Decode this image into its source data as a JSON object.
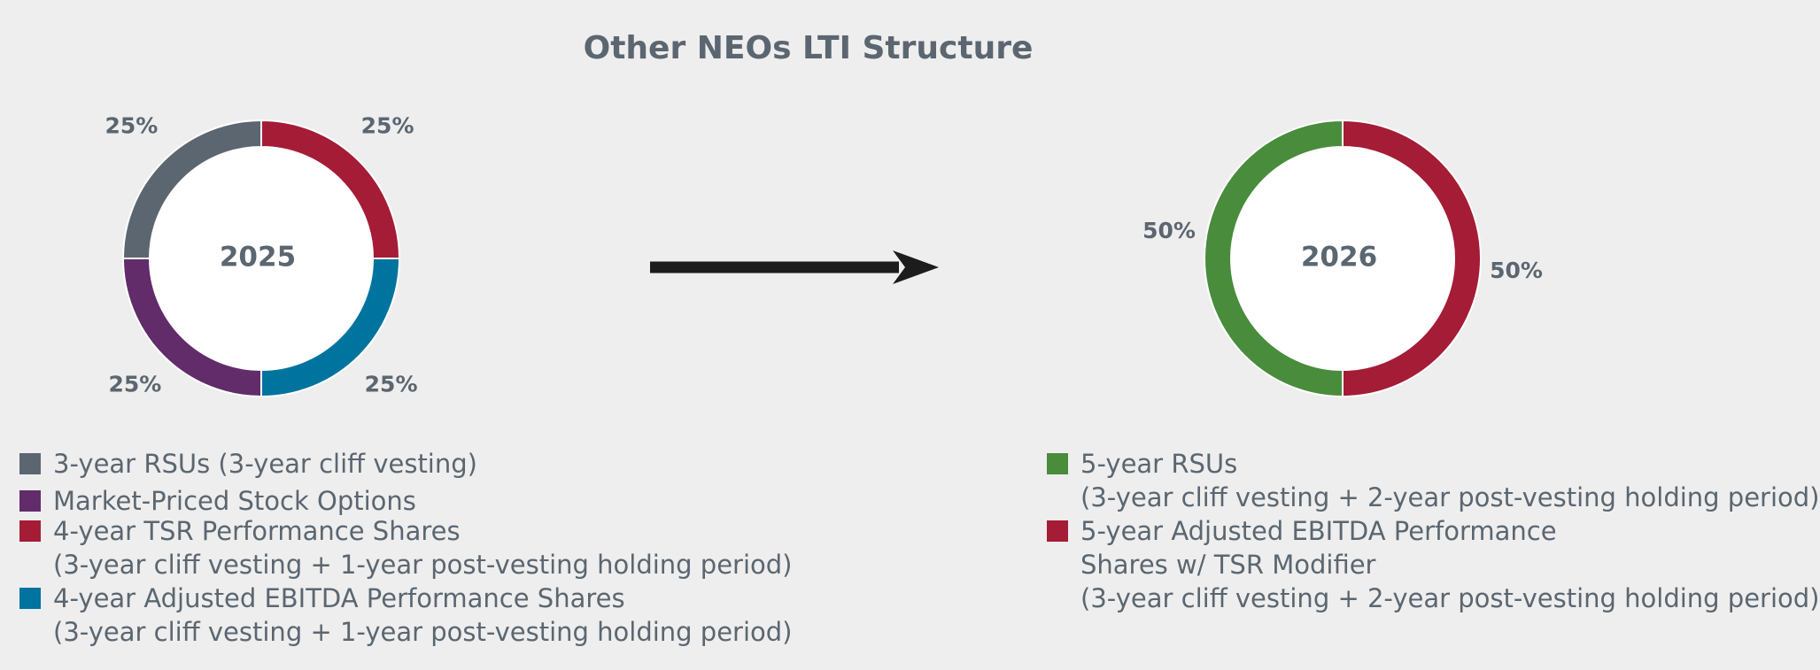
{
  "title": "Other NEOs LTI Structure",
  "colors": {
    "gray": "#5b6670",
    "purple": "#612c69",
    "red": "#a51c36",
    "teal": "#00739e",
    "green": "#488c3c",
    "arrow": "#1c1c1c"
  },
  "chart_data": [
    {
      "type": "pie",
      "center_label": "2025",
      "slices": [
        {
          "label": "4-year TSR Performance Shares",
          "value": 25,
          "value_label": "25%",
          "color": "#a51c36"
        },
        {
          "label": "4-year Adjusted EBITDA Performance Shares",
          "value": 25,
          "value_label": "25%",
          "color": "#00739e"
        },
        {
          "label": "Market-Priced Stock Options",
          "value": 25,
          "value_label": "25%",
          "color": "#612c69"
        },
        {
          "label": "3-year RSUs (3-year cliff vesting)",
          "value": 25,
          "value_label": "25%",
          "color": "#5b6670"
        }
      ],
      "legend": [
        {
          "lines": [
            "3-year RSUs (3-year cliff vesting)"
          ],
          "color": "#5b6670"
        },
        {
          "lines": [
            "Market-Priced Stock Options"
          ],
          "color": "#612c69"
        },
        {
          "lines": [
            "4-year TSR Performance Shares",
            "(3-year cliff vesting + 1-year post-vesting holding period)"
          ],
          "color": "#a51c36"
        },
        {
          "lines": [
            "4-year Adjusted EBITDA Performance Shares",
            "(3-year cliff vesting + 1-year post-vesting holding period)"
          ],
          "color": "#00739e"
        }
      ]
    },
    {
      "type": "pie",
      "center_label": "2026",
      "slices": [
        {
          "label": "5-year Adjusted EBITDA Performance Shares w/ TSR Modifier",
          "value": 50,
          "value_label": "50%",
          "color": "#a51c36"
        },
        {
          "label": "5-year RSUs",
          "value": 50,
          "value_label": "50%",
          "color": "#488c3c"
        }
      ],
      "legend": [
        {
          "lines": [
            "5-year RSUs",
            "(3-year cliff vesting + 2-year post-vesting holding period)"
          ],
          "color": "#488c3c"
        },
        {
          "lines": [
            "5-year Adjusted EBITDA Performance",
            "Shares w/ TSR Modifier",
            "(3-year cliff vesting + 2-year post-vesting holding period)"
          ],
          "color": "#a51c36"
        }
      ]
    }
  ]
}
